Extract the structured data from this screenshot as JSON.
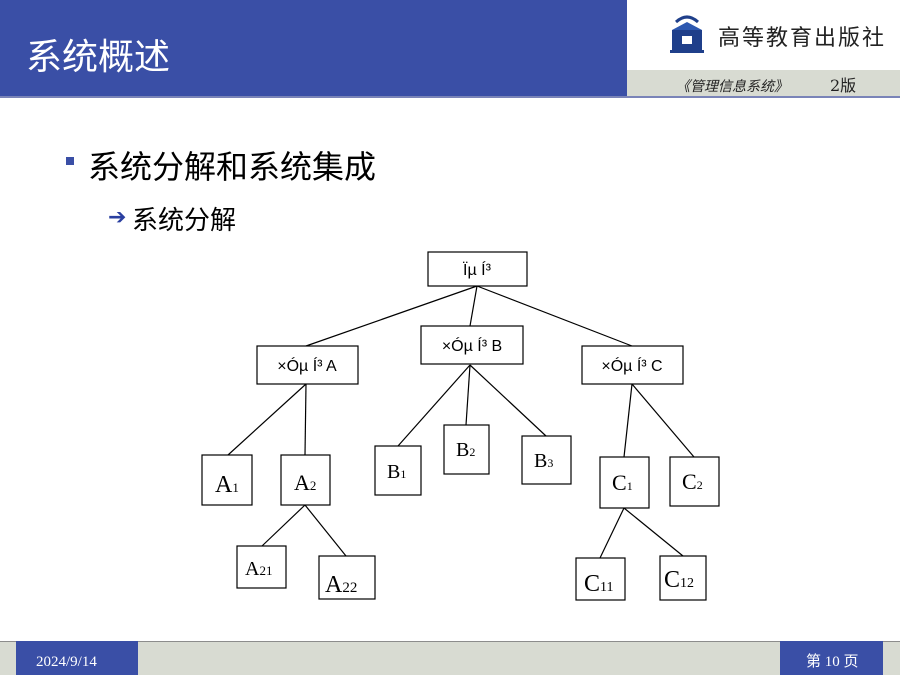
{
  "header": {
    "title": "系统概述",
    "publisher_name": "高等教育出版社",
    "book_title": "《管理信息系统》",
    "book_edition": "2版"
  },
  "content": {
    "bullet": "系统分解和系统集成",
    "sub_arrow": "➔",
    "sub_bullet": "系统分解"
  },
  "diagram": {
    "root": "Ïµ Í³",
    "subsystem_a": "×Óµ Í³  A",
    "subsystem_b": "×Óµ Í³  B",
    "subsystem_c": "×Óµ Í³  C",
    "leaves": {
      "a1": {
        "main": "A",
        "sub": "1"
      },
      "a2": {
        "main": "A",
        "sub": "2"
      },
      "a21": {
        "main": "A",
        "sub": "21"
      },
      "a22": {
        "main": "A",
        "sub": "22"
      },
      "b1": {
        "main": "B",
        "sub": "1"
      },
      "b2": {
        "main": "B",
        "sub": "2"
      },
      "b3": {
        "main": "B",
        "sub": "3"
      },
      "c1": {
        "main": "C",
        "sub": "1"
      },
      "c2": {
        "main": "C",
        "sub": "2"
      },
      "c11": {
        "main": "C",
        "sub": "11"
      },
      "c12": {
        "main": "C",
        "sub": "12"
      }
    }
  },
  "footer": {
    "date": "2024/9/14",
    "page": "第 10 页"
  },
  "colors": {
    "accent": "#3a4fa6",
    "footer_bg": "#d8dbd2"
  }
}
